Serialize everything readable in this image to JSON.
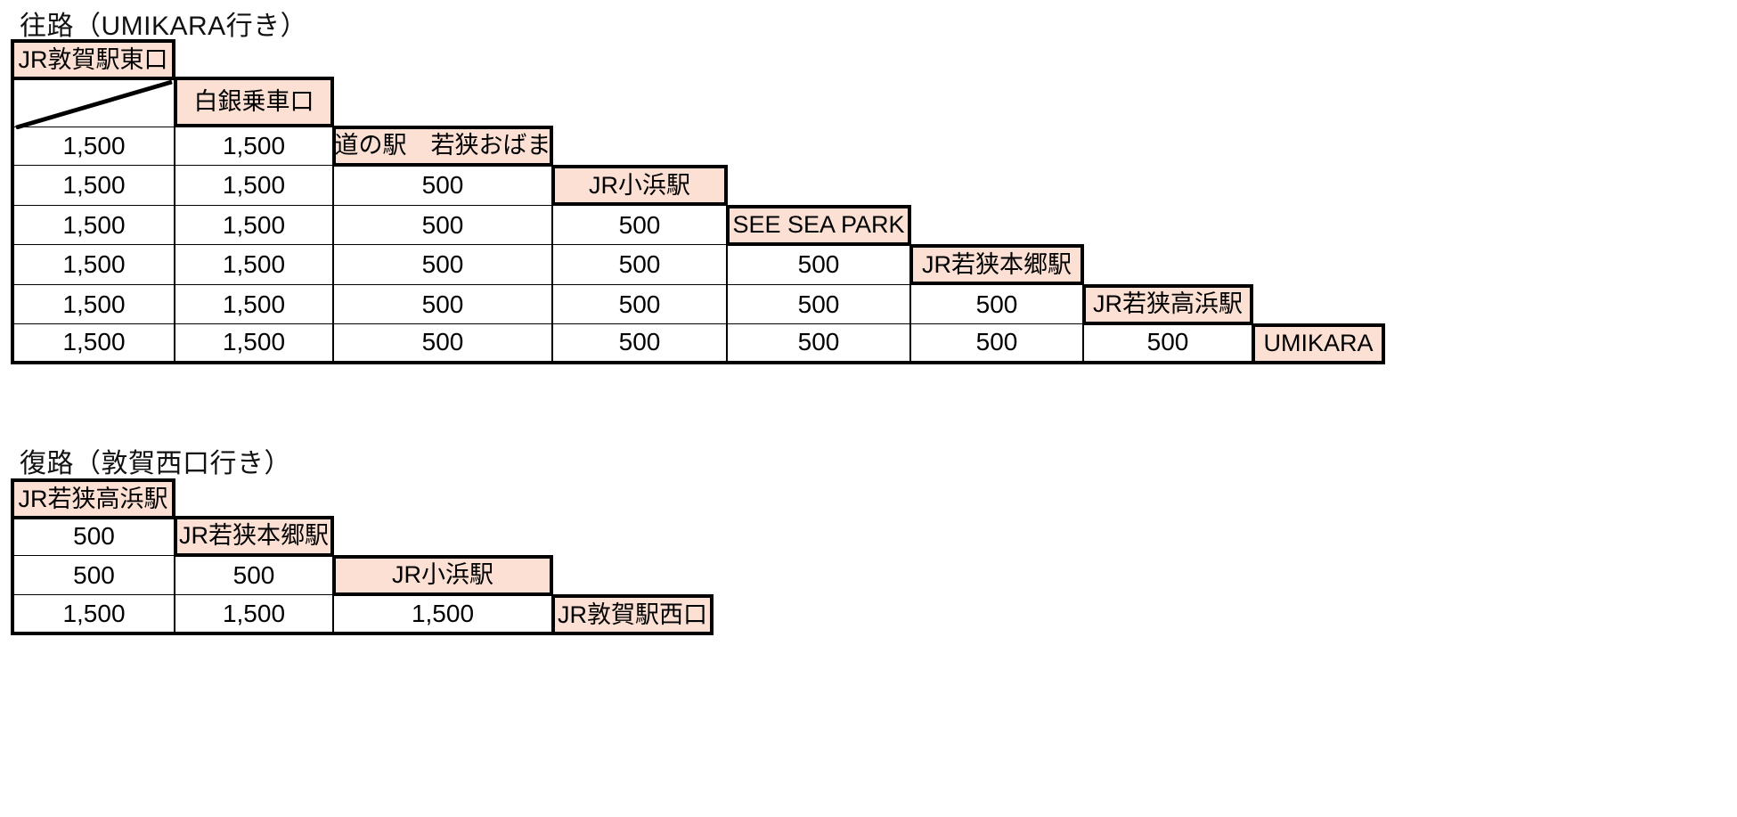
{
  "page": {
    "background": "#ffffff",
    "header_fill": "#fbe0d3",
    "border_color": "#000000"
  },
  "sections": [
    {
      "id": "outbound",
      "title": "往路（UMIKARA行き）",
      "chart_data": {
        "type": "table",
        "title": "往路（UMIKARA行き）",
        "stops": [
          "JR敦賀駅東口",
          "白銀乗車口",
          "道の駅　若狭おばま",
          "JR小浜駅",
          "SEE SEA PARK",
          "JR若狭本郷駅",
          "JR若狭高浜駅",
          "UMIKARA"
        ],
        "rows": [
          {
            "fares": [],
            "station": "JR敦賀駅東口"
          },
          {
            "fares": [
              ""
            ],
            "station": "白銀乗車口"
          },
          {
            "fares": [
              "1,500",
              "1,500"
            ],
            "station": "道の駅　若狭おばま"
          },
          {
            "fares": [
              "1,500",
              "1,500",
              "500"
            ],
            "station": "JR小浜駅"
          },
          {
            "fares": [
              "1,500",
              "1,500",
              "500",
              "500"
            ],
            "station": "SEE SEA PARK"
          },
          {
            "fares": [
              "1,500",
              "1,500",
              "500",
              "500",
              "500"
            ],
            "station": "JR若狭本郷駅"
          },
          {
            "fares": [
              "1,500",
              "1,500",
              "500",
              "500",
              "500",
              "500"
            ],
            "station": "JR若狭高浜駅"
          },
          {
            "fares": [
              "1,500",
              "1,500",
              "500",
              "500",
              "500",
              "500",
              "500"
            ],
            "station": "UMIKARA"
          }
        ]
      }
    },
    {
      "id": "inbound",
      "title": "復路（敦賀西口行き）",
      "chart_data": {
        "type": "table",
        "title": "復路（敦賀西口行き）",
        "stops": [
          "JR若狭高浜駅",
          "JR若狭本郷駅",
          "JR小浜駅",
          "JR敦賀駅西口"
        ],
        "rows": [
          {
            "fares": [],
            "station": "JR若狭高浜駅"
          },
          {
            "fares": [
              "500"
            ],
            "station": "JR若狭本郷駅"
          },
          {
            "fares": [
              "500",
              "500"
            ],
            "station": "JR小浜駅"
          },
          {
            "fares": [
              "1,500",
              "1,500",
              "1,500"
            ],
            "station": "JR敦賀駅西口"
          }
        ]
      }
    }
  ]
}
